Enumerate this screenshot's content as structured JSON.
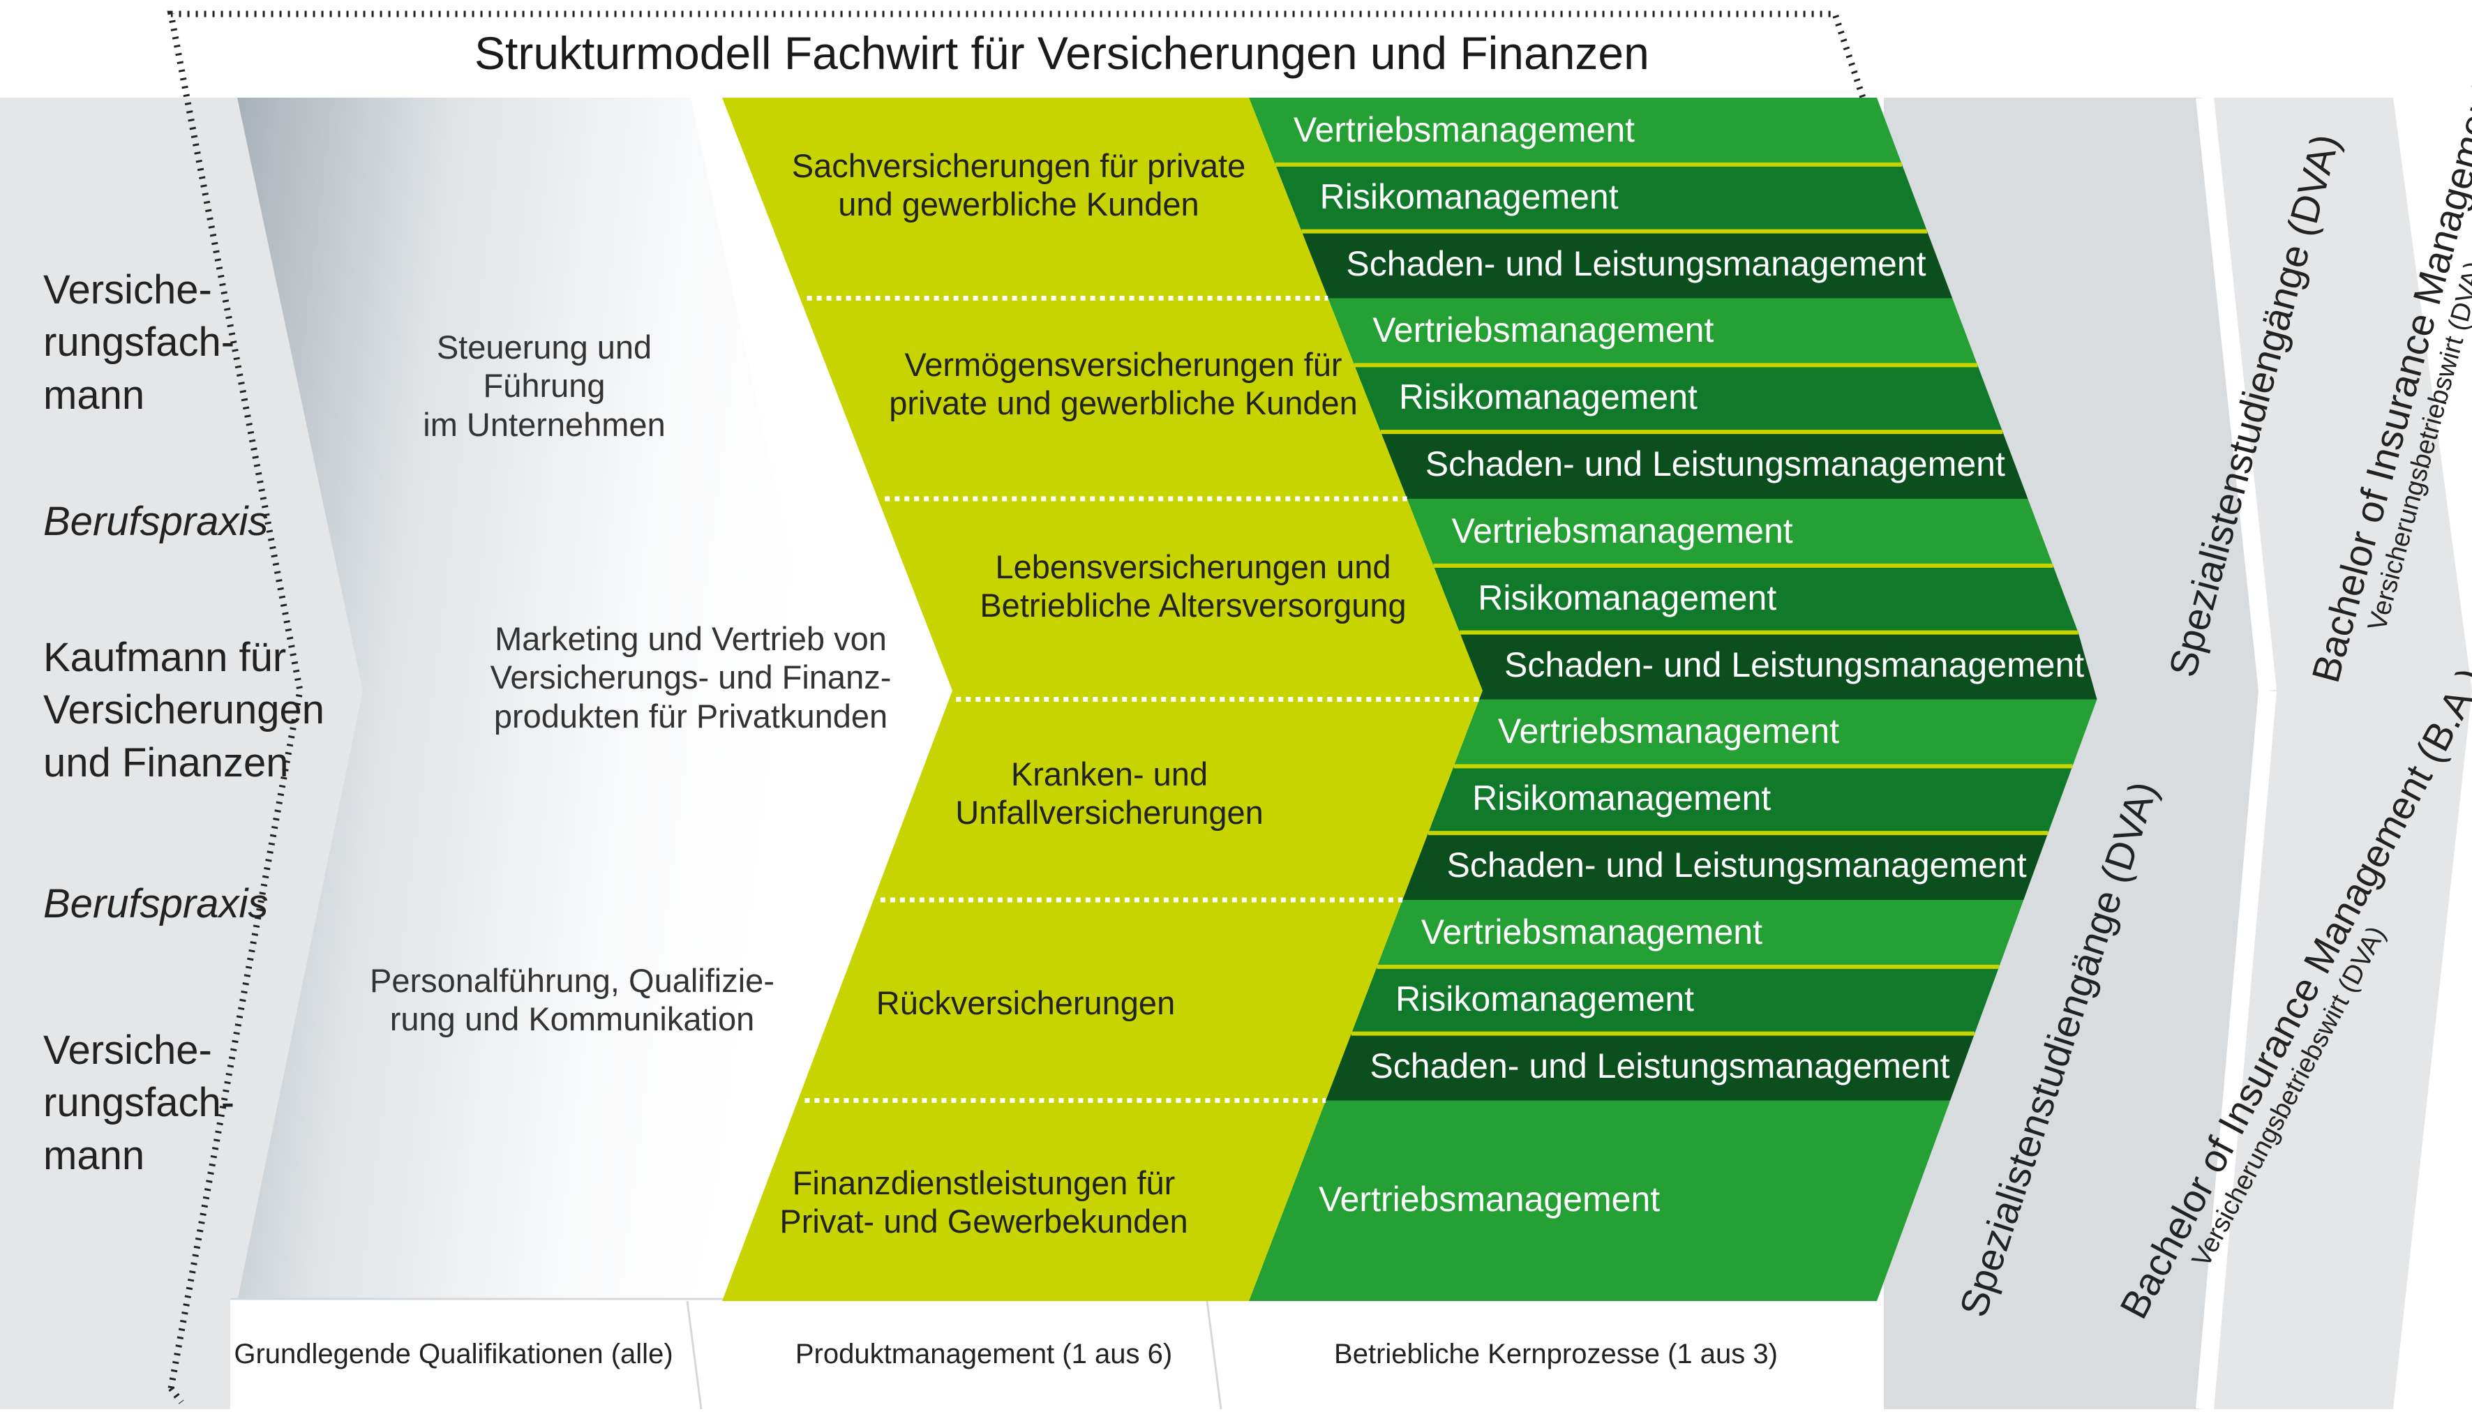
{
  "title": "Strukturmodell Fachwirt für Versicherungen und Finanzen",
  "left_column": {
    "top": "Versiche-\nrungsfach-\nmann",
    "praxis_1": "Berufspraxis",
    "middle": "Kaufmann für\nVersicherungen\nund Finanzen",
    "praxis_2": "Berufspraxis",
    "bottom": "Versiche-\nrungsfach-\nmann"
  },
  "basic_qualifications": {
    "items": [
      "Steuerung und Führung\nim Unternehmen",
      "Marketing und Vertrieb von\nVersicherungs- und Finanz-\nprodukten für Privatkunden",
      "Personalführung, Qualifizie-\nrung und Kommunikation"
    ],
    "footer": "Grundlegende Qualifikationen (alle)"
  },
  "product_management": {
    "items": [
      "Sachversicherungen für private\nund gewerbliche Kunden",
      "Vermögensversicherungen für\nprivate und gewerbliche Kunden",
      "Lebensversicherungen und\nBetriebliche Altersversorgung",
      "Kranken- und\nUnfallversicherungen",
      "Rückversicherungen",
      "Finanzdienstleistungen für\nPrivat- und Gewerbekunden"
    ],
    "footer": "Produktmanagement (1 aus 6)"
  },
  "core_processes": {
    "rows": [
      [
        "Vertriebsmanagement",
        "Risikomanagement",
        "Schaden- und Leistungsmanagement"
      ],
      [
        "Vertriebsmanagement",
        "Risikomanagement",
        "Schaden- und Leistungsmanagement"
      ],
      [
        "Vertriebsmanagement",
        "Risikomanagement",
        "Schaden- und Leistungsmanagement"
      ],
      [
        "Vertriebsmanagement",
        "Risikomanagement",
        "Schaden- und Leistungsmanagement"
      ],
      [
        "Vertriebsmanagement",
        "Risikomanagement",
        "Schaden- und Leistungsmanagement"
      ],
      [
        "Vertriebsmanagement"
      ]
    ],
    "footer": "Betriebliche Kernprozesse (1 aus 3)"
  },
  "specialist": {
    "upper": "Spezialistenstudiengänge (DVA)",
    "lower": "Spezialistenstudiengänge (DVA)"
  },
  "bachelor": {
    "upper_main": "Bachelor of Insurance Management (B.A.)",
    "upper_sub": "Versicherungsbetriebswirt (DVA)",
    "lower_main": "Bachelor of Insurance Management (B.A.)",
    "lower_sub": "Versicherungsbetriebswirt (DVA)"
  },
  "colors": {
    "lime": "#c8d400",
    "green_light": "#24a035",
    "green_mid": "#107a2a",
    "green_dark": "#0b4f1e",
    "grey_panel": "#e4e6e8"
  }
}
